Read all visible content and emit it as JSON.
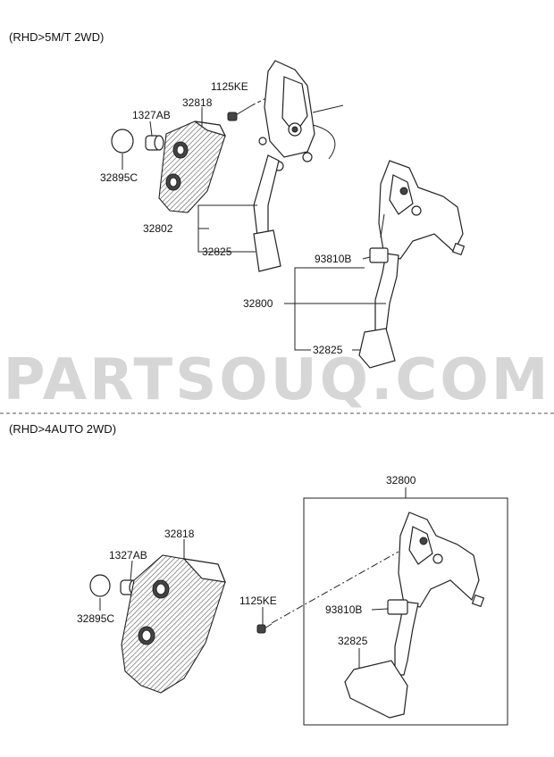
{
  "watermark": "PARTSOUQ.COM",
  "sections": [
    {
      "title": "(RHD>5M/T 2WD)",
      "labels": {
        "p1125ke": "1125KE",
        "p32818": "32818",
        "p1327ab": "1327AB",
        "p32895c": "32895C",
        "p32802": "32802",
        "p32825a": "32825",
        "p93810b": "93810B",
        "p32800": "32800",
        "p32825b": "32825"
      }
    },
    {
      "title": "(RHD>4AUTO 2WD)",
      "labels": {
        "p32800": "32800",
        "p32818": "32818",
        "p1327ab": "1327AB",
        "p32895c": "32895C",
        "p1125ke": "1125KE",
        "p93810b": "93810B",
        "p32825": "32825"
      }
    }
  ]
}
